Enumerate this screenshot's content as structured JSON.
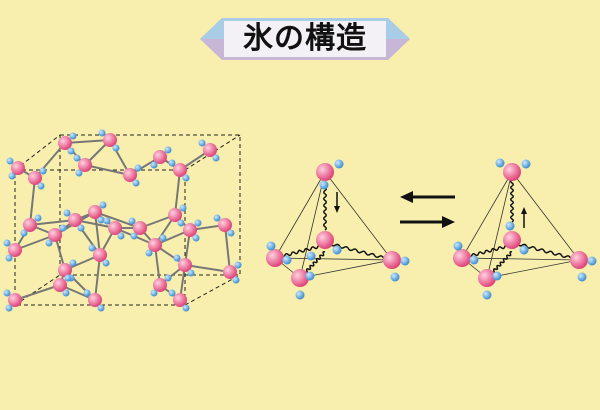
{
  "title": "氷の構造",
  "colors": {
    "background": "#f8efae",
    "oxygen": "#e0457a",
    "hydrogen": "#3d8fd0",
    "bond": "#777777"
  },
  "equilibrium": {
    "forward": "right-arrow",
    "backward": "left-arrow"
  }
}
